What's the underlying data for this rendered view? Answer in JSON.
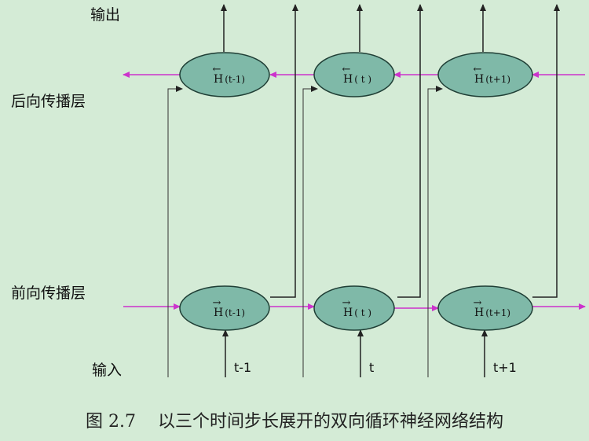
{
  "labels": {
    "output": "输出",
    "backward_layer": "后向传播层",
    "forward_layer": "前向传播层",
    "input": "输入"
  },
  "time_steps": [
    "t-1",
    "t",
    "t+1"
  ],
  "nodes": {
    "backward": [
      {
        "arrow": "←",
        "symbol": "H",
        "arg": "(t-1)"
      },
      {
        "arrow": "←",
        "symbol": "H",
        "arg": "( t )"
      },
      {
        "arrow": "←",
        "symbol": "H",
        "arg": "(t+1)"
      }
    ],
    "forward": [
      {
        "arrow": "→",
        "symbol": "H",
        "arg": "(t-1)"
      },
      {
        "arrow": "→",
        "symbol": "H",
        "arg": "( t )"
      },
      {
        "arrow": "→",
        "symbol": "H",
        "arg": "(t+1)"
      }
    ]
  },
  "caption": {
    "number": "图 2.7",
    "text": "以三个时间步长展开的双向循环神经网络结构"
  },
  "colors": {
    "background": "#d4ebd6",
    "node_fill": "#7fb9a8",
    "node_stroke": "#1f3e35",
    "magenta": "#cc33cc",
    "line": "#222222"
  }
}
